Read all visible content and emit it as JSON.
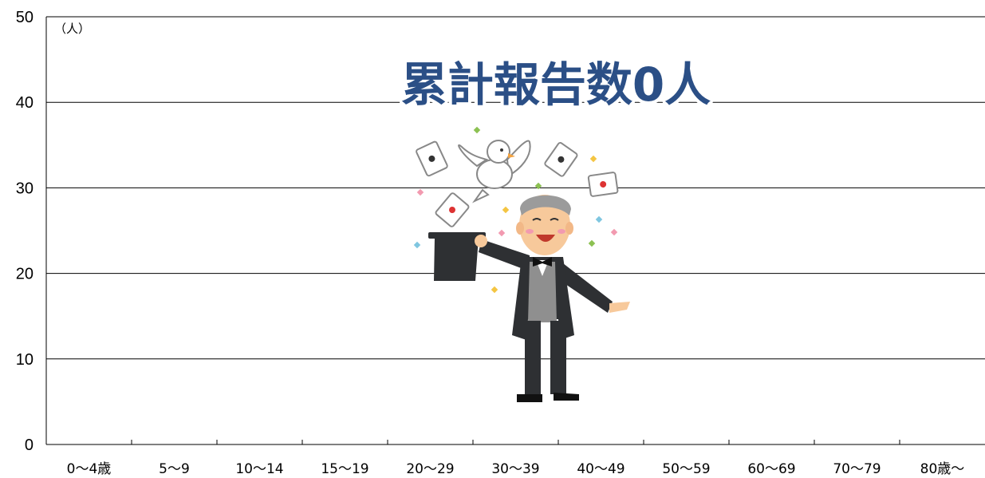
{
  "chart_data": {
    "type": "bar",
    "title": "",
    "annotation": "累計報告数0人",
    "ylabel": "（人）",
    "xlabel": "",
    "ylim": [
      0,
      50
    ],
    "yticks": [
      0,
      10,
      20,
      30,
      40,
      50
    ],
    "grid": true,
    "legend": "none",
    "categories": [
      "0～4歳",
      "5～9",
      "10～14",
      "15～19",
      "20～29",
      "30～39",
      "40～49",
      "50～59",
      "60～69",
      "70～79",
      "80歳～"
    ],
    "values": [
      0,
      0,
      0,
      0,
      0,
      0,
      0,
      0,
      0,
      0,
      0
    ]
  },
  "colors": {
    "annotation": "#2b4f86",
    "gridline": "#000000",
    "suit": "#2e3033",
    "vest": "#8f8f8f"
  },
  "illustration": {
    "icon": "magician-with-dove-and-cards-icon"
  }
}
